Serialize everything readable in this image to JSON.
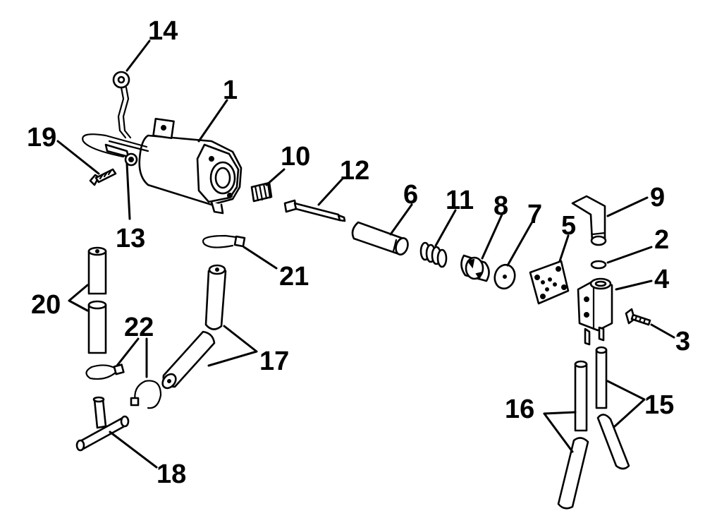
{
  "callouts": {
    "n1": "1",
    "n2": "2",
    "n3": "3",
    "n4": "4",
    "n5": "5",
    "n6": "6",
    "n7": "7",
    "n8": "8",
    "n9": "9",
    "n10": "10",
    "n11": "11",
    "n12": "12",
    "n13": "13",
    "n14": "14",
    "n15": "15",
    "n16": "16",
    "n17": "17",
    "n18": "18",
    "n19": "19",
    "n20": "20",
    "n21": "21",
    "n22": "22"
  },
  "colors": {
    "ink": "#000000",
    "paper": "#ffffff"
  }
}
